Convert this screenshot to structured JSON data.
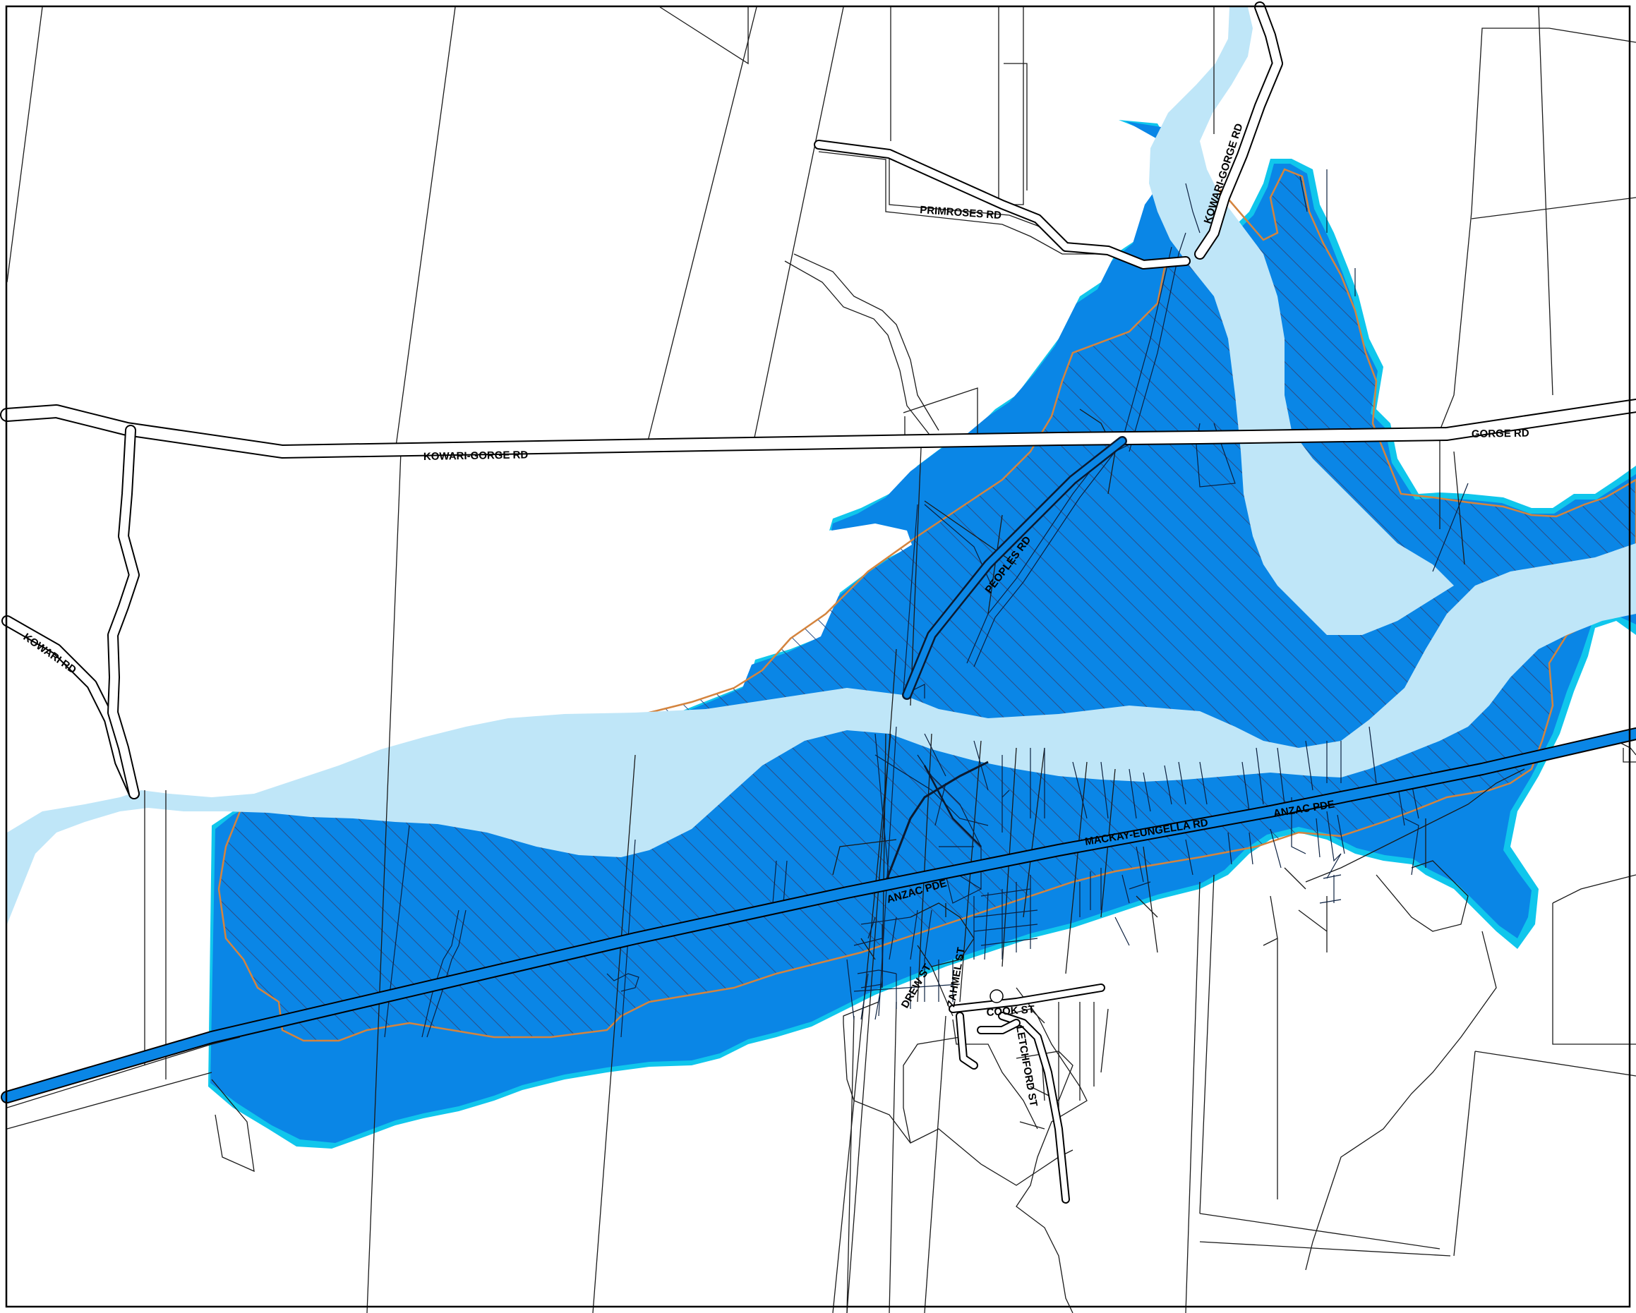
{
  "colors": {
    "paper": "#ffffff",
    "frame": "#000000",
    "parcel_line": "#1a1a1a",
    "river": "#bfe6f8",
    "flood_deep": "#0a86e6",
    "flood_fringe": "#10c6ec",
    "hatch": "#2a4e86",
    "overlay_outline": "#d4843e",
    "road_casing": "#000000",
    "road_fill": "#ffffff",
    "label_text": "#000000"
  },
  "roads": {
    "kowari_gorge_rd_north": "KOWARI-GORGE RD",
    "primroses_rd": "PRIMROSES RD",
    "kowari_gorge_rd_main": "KOWARI-GORGE RD",
    "gorge_rd": "GORGE RD",
    "peoples_rd": "PEOPLES RD",
    "kowari_rd": "KOWARI RD",
    "mackay_eungella_rd": "MACKAY-EUNGELLA RD",
    "anzac_pde_east": "ANZAC PDE",
    "anzac_pde_west": "ANZAC PDE",
    "drew_st": "DREW ST",
    "zahmel_st": "ZAHMEL ST",
    "cook_st": "COOK ST",
    "letchford_st": "LETCHFORD ST"
  }
}
